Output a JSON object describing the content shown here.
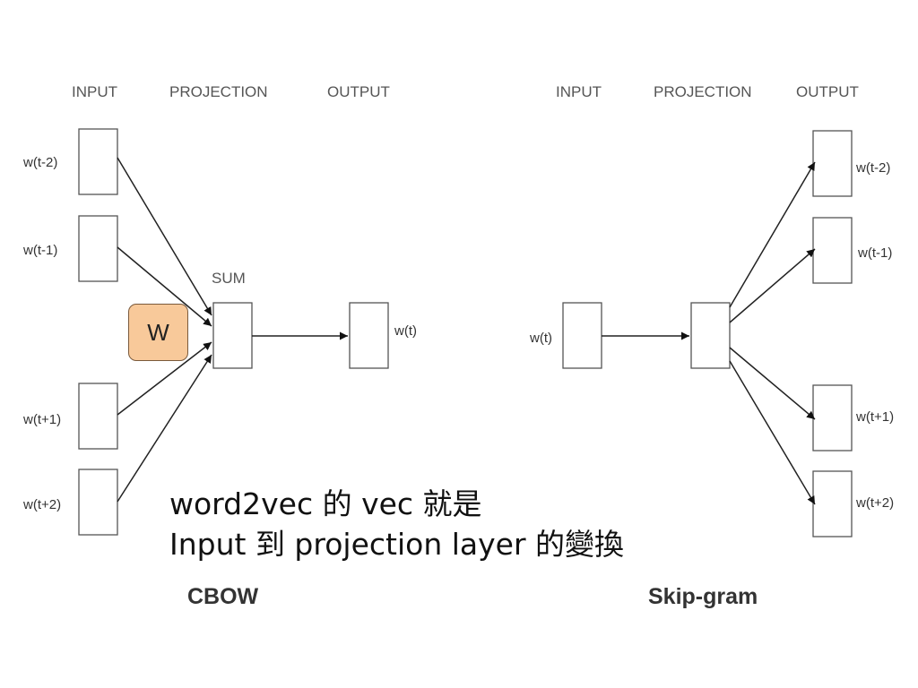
{
  "cbow": {
    "headers": {
      "input": "INPUT",
      "projection": "PROJECTION",
      "output": "OUTPUT"
    },
    "inputs": [
      "w(t-2)",
      "w(t-1)",
      "w(t+1)",
      "w(t+2)"
    ],
    "sum_label": "SUM",
    "output": "w(t)",
    "name": "CBOW"
  },
  "skipgram": {
    "headers": {
      "input": "INPUT",
      "projection": "PROJECTION",
      "output": "OUTPUT"
    },
    "input": "w(t)",
    "outputs": [
      "w(t-2)",
      "w(t-1)",
      "w(t+1)",
      "w(t+2)"
    ],
    "name": "Skip-gram"
  },
  "annotation": {
    "weight_label": "W",
    "line1": "word2vec 的 vec 就是",
    "line2": "Input 到 projection layer 的變換",
    "weight_box_color": "#f8c99a"
  }
}
